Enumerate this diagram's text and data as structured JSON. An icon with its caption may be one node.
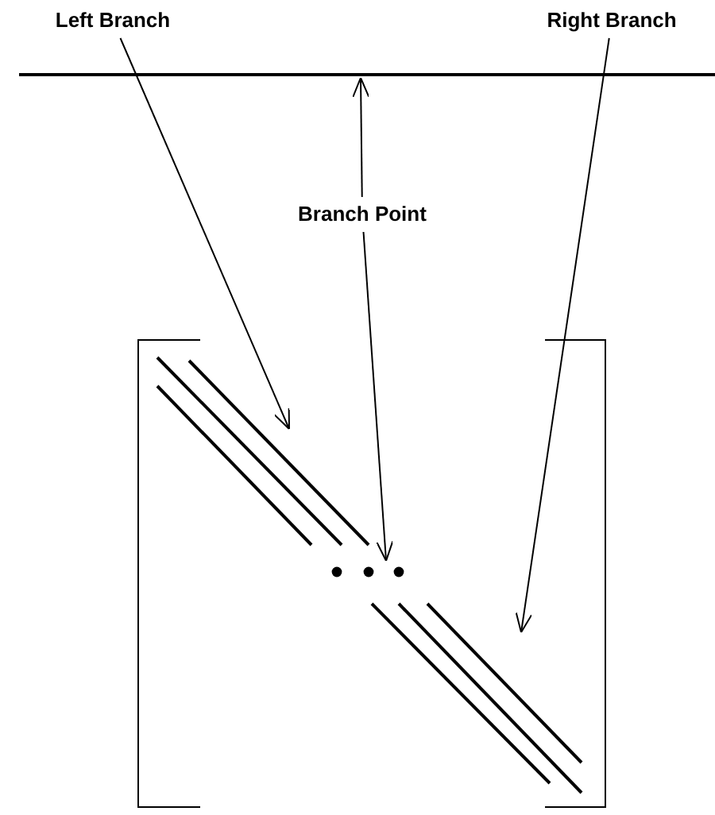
{
  "diagram": {
    "nodes": [
      {
        "text": [
          "Left Branch"
        ]
      },
      {
        "text": [
          "Right Branch"
        ]
      },
      {
        "text": [
          "Branch Point"
        ]
      },
      {
        "text": [],
        "shape": "line"
      },
      {
        "text": [],
        "shape": "line"
      },
      {
        "text": [],
        "shape": "dots"
      },
      {
        "text": [],
        "shape": "line"
      }
    ],
    "edges": [
      {
        "from": 0,
        "to": 4,
        "arrow": "to"
      },
      {
        "from": 1,
        "to": 6,
        "arrow": "to"
      },
      {
        "from": 2,
        "to": 3,
        "arrow": "to"
      },
      {
        "from": 2,
        "to": 5,
        "arrow": "to"
      }
    ]
  }
}
